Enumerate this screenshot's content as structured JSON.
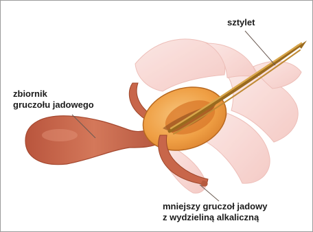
{
  "labels": {
    "stylet": "sztylet",
    "reservoir": [
      "zbiornik",
      "gruczołu jadowego"
    ],
    "small_gland": [
      "mniejszy gruczoł jadowy",
      "z wydzieliną alkaliczną"
    ]
  },
  "colors": {
    "background": "#ffffff",
    "border": "#9a9a9a",
    "text": "#1a1a1a",
    "plates": "#f6d3cf",
    "plates_outline": "#e9b1aa",
    "reservoir": "#c9694d",
    "bulb_outer": "#f0a24c",
    "bulb_inner": "#e3822c",
    "stylet": "#b8822a",
    "leader": "#6a5a52"
  }
}
